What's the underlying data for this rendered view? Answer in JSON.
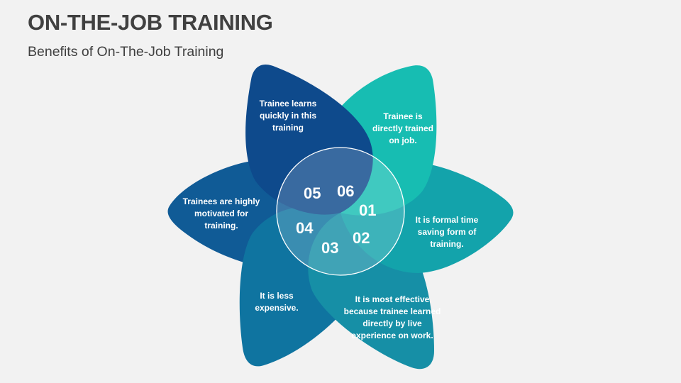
{
  "header": {
    "title": "ON-THE-JOB TRAINING",
    "subtitle": "Benefits of On-The-Job Training"
  },
  "diagram": {
    "type": "six-petal-flower",
    "center_circle": {
      "stroke": "#FFFFFF"
    },
    "petals": [
      {
        "number": "01",
        "text": "Trainee is directly trained on job.",
        "color": "#17BDB2"
      },
      {
        "number": "02",
        "text": "It is formal time saving form of training.",
        "color": "#13A3AB"
      },
      {
        "number": "03",
        "text": "It is most effective because trainee learned directly by live experience on work.",
        "color": "#168FA6"
      },
      {
        "number": "04",
        "text": "It is less expensive.",
        "color": "#0F74A0"
      },
      {
        "number": "05",
        "text": "Trainees are highly motivated for training.",
        "color": "#105B96"
      },
      {
        "number": "06",
        "text": "Trainee learns quickly in this training",
        "color": "#0E4A8C"
      }
    ]
  }
}
